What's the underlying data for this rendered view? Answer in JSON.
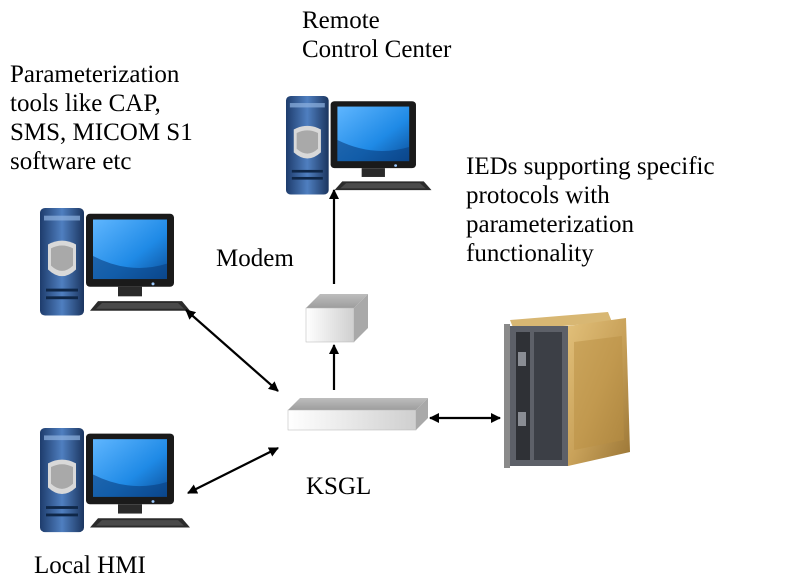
{
  "nodes": {
    "remote_center": {
      "label_lines": [
        "Remote",
        "Control Center"
      ],
      "icon": "desktop-computer-icon"
    },
    "param_tools": {
      "label_lines": [
        "Parameterization",
        "tools like CAP,",
        "SMS, MICOM S1",
        "software etc"
      ],
      "icon": "desktop-computer-icon"
    },
    "ieds": {
      "label_lines": [
        "IEDs supporting specific",
        "protocols with",
        "parameterization",
        "functionality"
      ],
      "icon": "ied-rack-icon"
    },
    "modem": {
      "label": "Modem",
      "icon": "modem-box-icon"
    },
    "ksgl": {
      "label": "KSGL",
      "icon": "gateway-box-icon"
    },
    "local_hmi": {
      "label": "Local HMI",
      "icon": "desktop-computer-icon"
    }
  },
  "connections": [
    {
      "from": "ksgl",
      "to": "modem",
      "direction": "one-way"
    },
    {
      "from": "modem",
      "to": "remote_center",
      "direction": "one-way"
    },
    {
      "from": "param_tools",
      "to": "ksgl",
      "direction": "two-way"
    },
    {
      "from": "local_hmi",
      "to": "ksgl",
      "direction": "two-way"
    },
    {
      "from": "ksgl",
      "to": "ieds",
      "direction": "two-way"
    }
  ],
  "colors": {
    "tower_dark": "#24467a",
    "tower_light": "#4f7fc0",
    "screen_blue": "#1f8ae6",
    "box_gray": "#d3d3d3",
    "rack_brass": "#c9a25a",
    "arrow": "#000000"
  }
}
